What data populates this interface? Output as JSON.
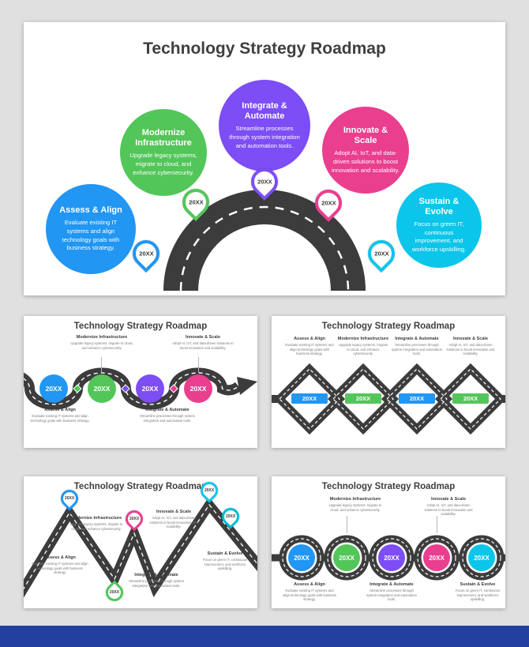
{
  "deck_title": "Technology Strategy Roadmap",
  "theme": {
    "background": "#E0E0E0",
    "slide_background": "#FFFFFF",
    "title_color": "#3F3F3F",
    "road_color": "#3C3C3C",
    "road_dash_color": "#FFFFFF",
    "footer_bar_color": "#24409E",
    "stage_colors": [
      "#2196F3",
      "#53C65A",
      "#7D4DF5",
      "#EA3E8F",
      "#0BC5EA"
    ]
  },
  "stages": [
    {
      "name": "Assess & Align",
      "description": "Evaluate existing IT systems and align technology goals with business strategy.",
      "milestone": "20XX",
      "color": "#2196F3"
    },
    {
      "name": "Modernize Infrastructure",
      "description": "Upgrade legacy systems, migrate to cloud, and enhance cybersecurity.",
      "milestone": "20XX",
      "color": "#53C65A"
    },
    {
      "name": "Integrate & Automate",
      "description": "Streamline processes through system integration and automation tools.",
      "milestone": "20XX",
      "color": "#7D4DF5"
    },
    {
      "name": "Innovate & Scale",
      "description": "Adopt AI, IoT, and data-driven solutions to boost innovation and scalability.",
      "milestone": "20XX",
      "color": "#EA3E8F"
    },
    {
      "name": "Sustain & Evolve",
      "description": "Focus on green IT, continuous improvement, and workforce upskilling.",
      "milestone": "20XX",
      "color": "#0BC5EA"
    }
  ]
}
